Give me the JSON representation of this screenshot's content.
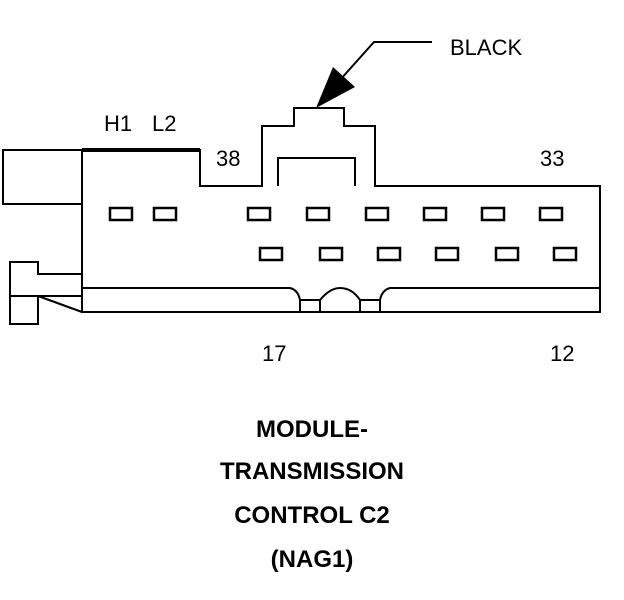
{
  "connector": {
    "color_label": "BLACK",
    "cavity_labels": {
      "h1": "H1",
      "l2": "L2",
      "pin_38": "38",
      "pin_33": "33",
      "pin_17": "17",
      "pin_12": "12"
    }
  },
  "caption": {
    "line1": "MODULE-",
    "line2": "TRANSMISSION",
    "line3": "CONTROL C2",
    "line4": "(NAG1)"
  },
  "colors": {
    "stroke": "#000000",
    "background": "#ffffff"
  }
}
